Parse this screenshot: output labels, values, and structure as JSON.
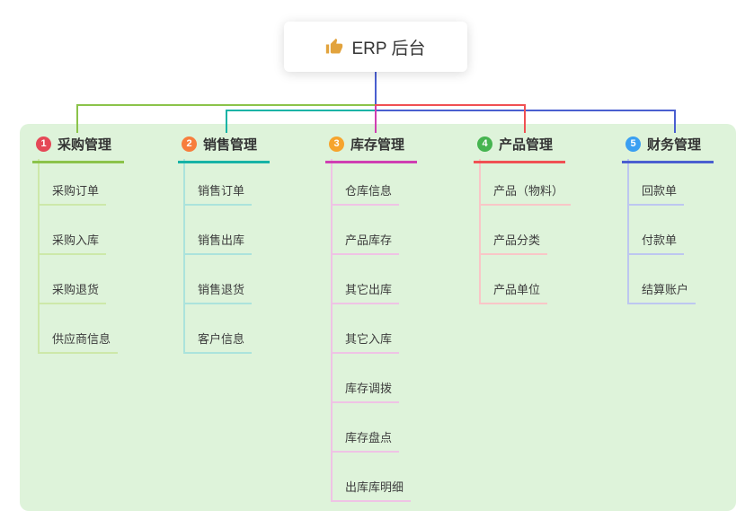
{
  "root": {
    "title": "ERP 后台",
    "icon": "thumbs-up"
  },
  "branches": [
    {
      "number": "1",
      "label": "采购管理",
      "children": [
        "采购订单",
        "采购入库",
        "采购退货",
        "供应商信息"
      ]
    },
    {
      "number": "2",
      "label": "销售管理",
      "children": [
        "销售订单",
        "销售出库",
        "销售退货",
        "客户信息"
      ]
    },
    {
      "number": "3",
      "label": "库存管理",
      "children": [
        "仓库信息",
        "产品库存",
        "其它出库",
        "其它入库",
        "库存调拨",
        "库存盘点",
        "出库库明细"
      ]
    },
    {
      "number": "4",
      "label": "产品管理",
      "children": [
        "产品（物料）",
        "产品分类",
        "产品单位"
      ]
    },
    {
      "number": "5",
      "label": "财务管理",
      "children": [
        "回款单",
        "付款单",
        "结算账户"
      ]
    }
  ],
  "colors": {
    "panel": "#def3da",
    "root-line": "#4a5fd0",
    "thumb": "#e2a33d",
    "branch1": "#8bc34a",
    "branch1-light": "#cde8a9",
    "badge1": "#e54857",
    "branch2": "#17b3a6",
    "branch2-light": "#abe3dc",
    "badge2": "#f77e3d",
    "branch3": "#cf3eb2",
    "branch3-light": "#efc3e5",
    "badge3": "#f6a42d",
    "branch4": "#f05053",
    "branch4-light": "#f9c6c7",
    "badge4": "#46b450",
    "branch5": "#4a5fd0",
    "branch5-light": "#bdc7f0",
    "badge5": "#3a9ff2"
  }
}
